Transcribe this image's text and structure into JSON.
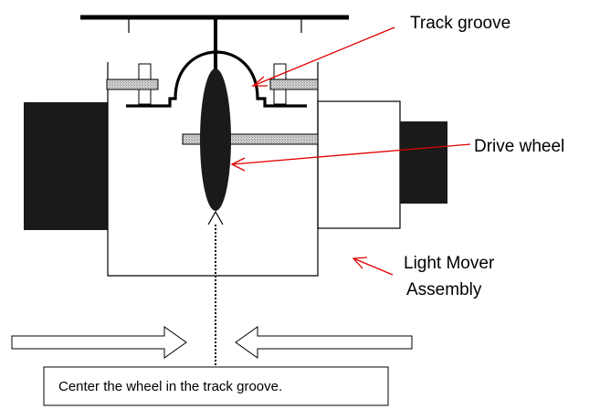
{
  "labels": {
    "track_groove": "Track groove",
    "drive_wheel": "Drive wheel",
    "assembly_line1": "Light Mover",
    "assembly_line2": "Assembly"
  },
  "caption": "Center the wheel in the track groove.",
  "colors": {
    "outline": "#000000",
    "block_fill": "#1a1a1a",
    "pointer": "#e00000",
    "hatch": "#bdbdbd"
  },
  "icons": {
    "left_arrow": "arrow-right-outline-icon",
    "right_arrow": "arrow-left-outline-icon"
  }
}
